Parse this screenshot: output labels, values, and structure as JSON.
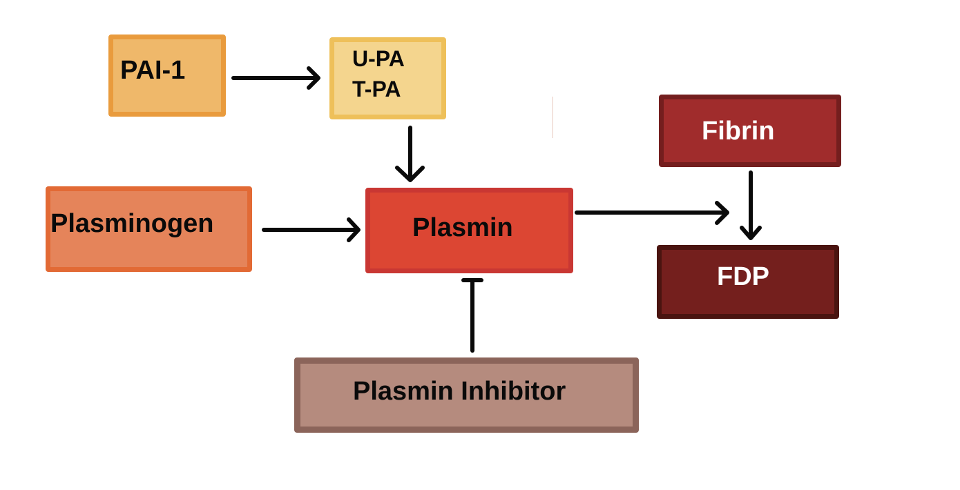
{
  "diagram": {
    "title": "Fibrinolysis pathway",
    "nodes": {
      "pai1": {
        "label": "PAI-1",
        "fill": "#efb86a",
        "border": "#e99b3d"
      },
      "pa": {
        "line1": "U-PA",
        "line2": "T-PA",
        "fill": "#f4d58e",
        "border": "#eec05a"
      },
      "plasminogen": {
        "label": "Plasminogen",
        "fill": "#e5845a",
        "border": "#e26a35"
      },
      "plasmin": {
        "label": "Plasmin",
        "fill": "#dc4633",
        "border": "#c93733"
      },
      "fibrin": {
        "label": "Fibrin",
        "fill": "#a02c2c",
        "border": "#741e1e"
      },
      "fdp": {
        "label": "FDP",
        "fill": "#741f1d",
        "border": "#4a1410"
      },
      "inhibitor": {
        "label": "Plasmin Inhibitor",
        "fill": "#b58b7e",
        "border": "#8b645a"
      }
    },
    "edges": [
      {
        "from": "PAI-1",
        "to": "U-PA / T-PA",
        "type": "arrow"
      },
      {
        "from": "U-PA / T-PA",
        "to": "Plasmin",
        "type": "arrow"
      },
      {
        "from": "Plasminogen",
        "to": "Plasmin",
        "type": "arrow"
      },
      {
        "from": "Plasmin",
        "to": "FDP",
        "type": "arrow"
      },
      {
        "from": "Fibrin",
        "to": "FDP",
        "type": "arrow"
      },
      {
        "from": "Plasmin Inhibitor",
        "to": "Plasmin",
        "type": "inhibition"
      }
    ]
  }
}
